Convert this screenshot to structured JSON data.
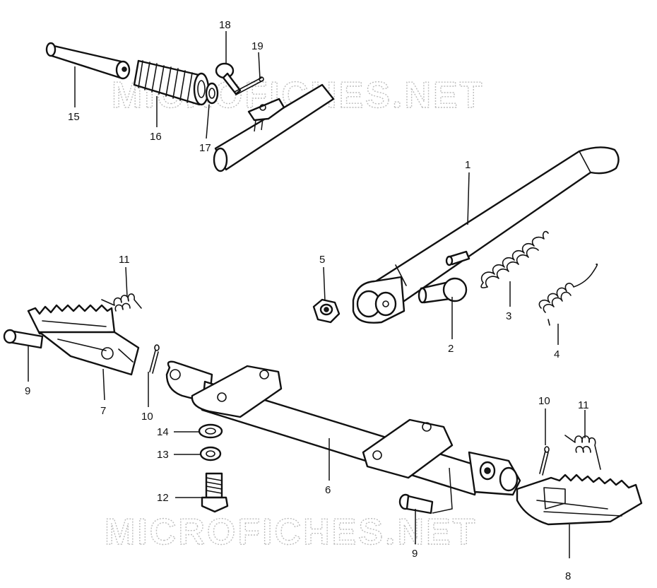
{
  "watermark": "MICROFICHES.NET",
  "callouts": [
    {
      "id": "c1",
      "label": "1"
    },
    {
      "id": "c2",
      "label": "2"
    },
    {
      "id": "c3",
      "label": "3"
    },
    {
      "id": "c4",
      "label": "4"
    },
    {
      "id": "c5",
      "label": "5"
    },
    {
      "id": "c6",
      "label": "6"
    },
    {
      "id": "c7",
      "label": "7"
    },
    {
      "id": "c8",
      "label": "8"
    },
    {
      "id": "c9a",
      "label": "9"
    },
    {
      "id": "c9b",
      "label": "9"
    },
    {
      "id": "c10a",
      "label": "10"
    },
    {
      "id": "c10b",
      "label": "10"
    },
    {
      "id": "c11a",
      "label": "11"
    },
    {
      "id": "c11b",
      "label": "11"
    },
    {
      "id": "c12",
      "label": "12"
    },
    {
      "id": "c13",
      "label": "13"
    },
    {
      "id": "c14",
      "label": "14"
    },
    {
      "id": "c15",
      "label": "15"
    },
    {
      "id": "c16",
      "label": "16"
    },
    {
      "id": "c17",
      "label": "17"
    },
    {
      "id": "c18",
      "label": "18"
    },
    {
      "id": "c19",
      "label": "19"
    }
  ]
}
